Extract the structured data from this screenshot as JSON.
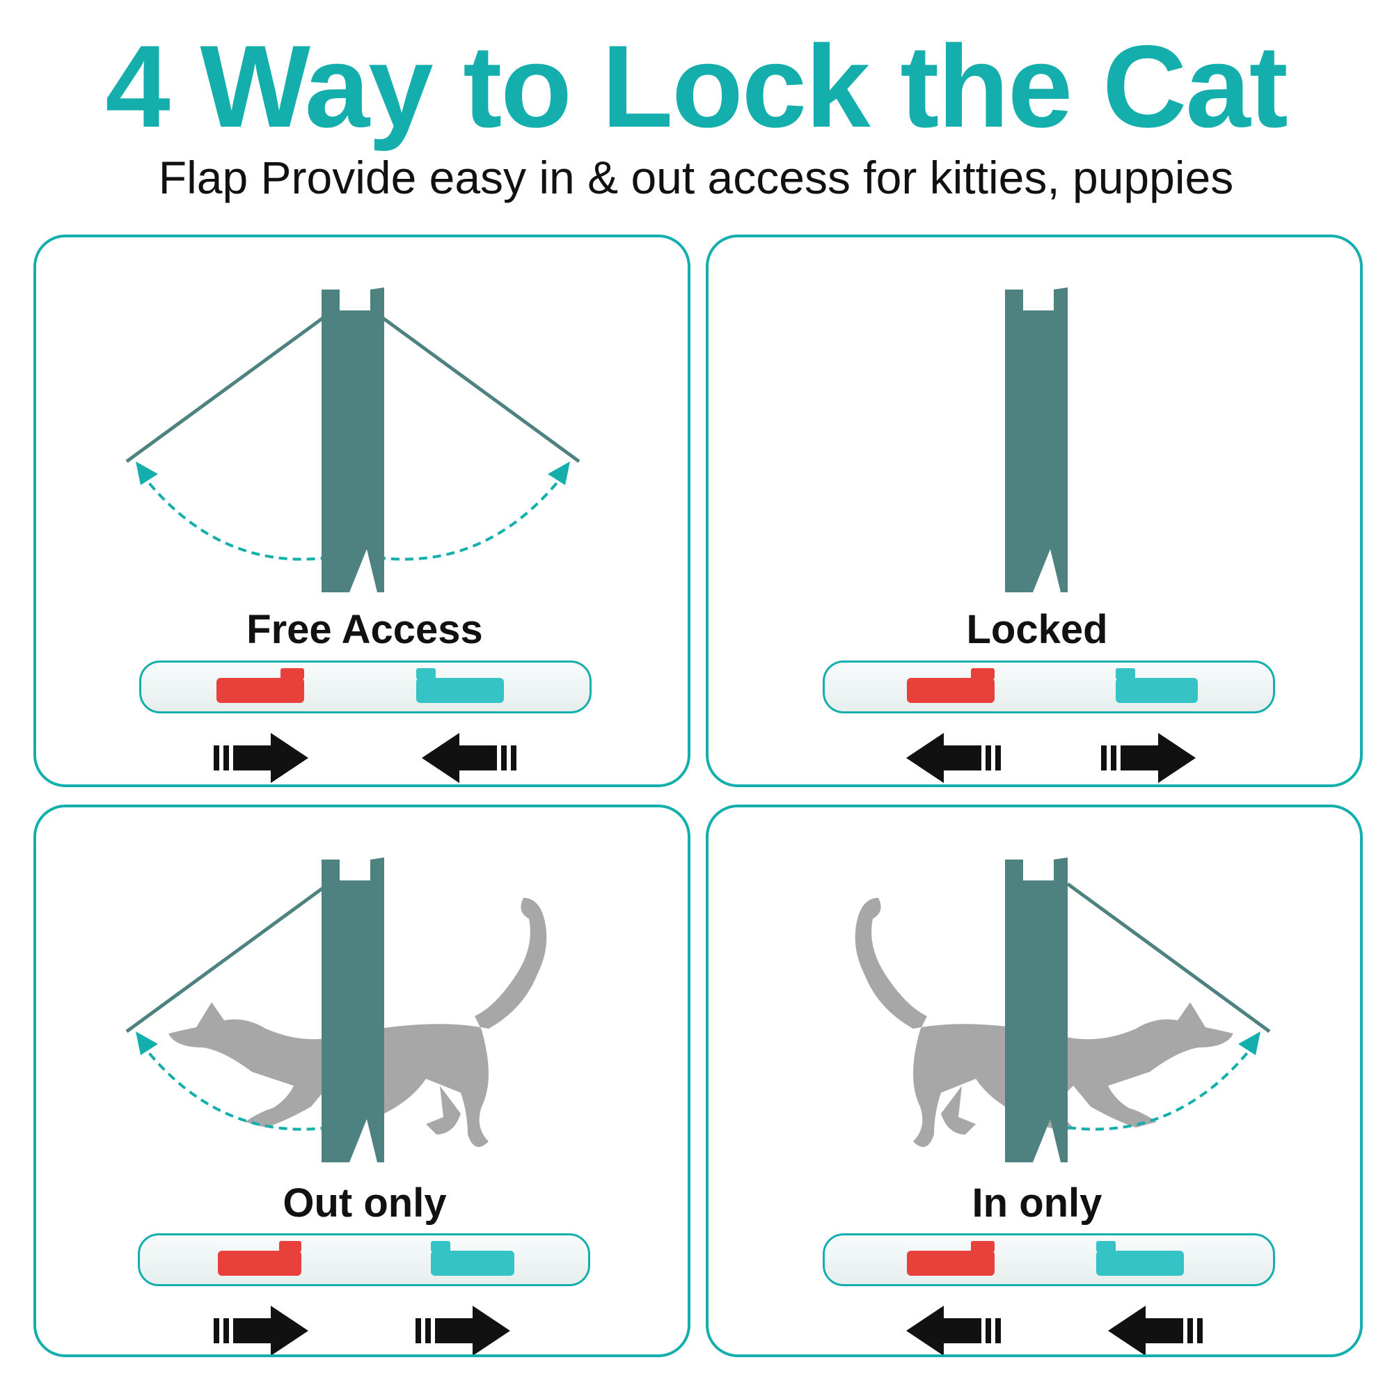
{
  "header": {
    "title": "4 Way to Lock the Cat",
    "subtitle": "Flap Provide easy in & out access for kitties, puppies"
  },
  "colors": {
    "accent": "#14aeac",
    "flap": "#4e8280",
    "cat": "#a7a7a7",
    "red_lock": "#e8403a",
    "blue_lock": "#35c3c6",
    "arrow": "#111111"
  },
  "panels": [
    {
      "label": "Free Access",
      "arrows": [
        "right",
        "left"
      ]
    },
    {
      "label": "Locked",
      "arrows": [
        "left",
        "right"
      ]
    },
    {
      "label": "Out only",
      "arrows": [
        "right",
        "right"
      ]
    },
    {
      "label": "In only",
      "arrows": [
        "left",
        "left"
      ]
    }
  ]
}
